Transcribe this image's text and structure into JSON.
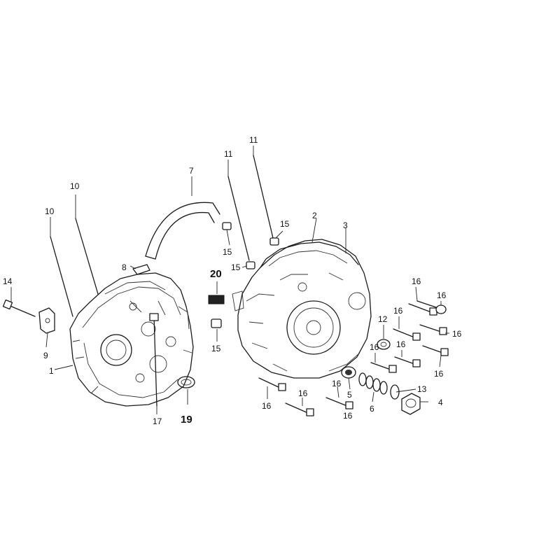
{
  "diagram": {
    "callouts": [
      {
        "key": "c1",
        "text": "1",
        "style": "normal"
      },
      {
        "key": "c2",
        "text": "2",
        "style": "normal"
      },
      {
        "key": "c3",
        "text": "3",
        "style": "normal"
      },
      {
        "key": "c4",
        "text": "4",
        "style": "normal"
      },
      {
        "key": "c5",
        "text": "5",
        "style": "normal"
      },
      {
        "key": "c6",
        "text": "6",
        "style": "normal"
      },
      {
        "key": "c7",
        "text": "7",
        "style": "normal"
      },
      {
        "key": "c8",
        "text": "8",
        "style": "normal"
      },
      {
        "key": "c9",
        "text": "9",
        "style": "normal"
      },
      {
        "key": "c10a",
        "text": "10",
        "style": "normal"
      },
      {
        "key": "c10b",
        "text": "10",
        "style": "normal"
      },
      {
        "key": "c11a",
        "text": "11",
        "style": "normal"
      },
      {
        "key": "c11b",
        "text": "11",
        "style": "normal"
      },
      {
        "key": "c12",
        "text": "12",
        "style": "normal"
      },
      {
        "key": "c13",
        "text": "13",
        "style": "normal"
      },
      {
        "key": "c14",
        "text": "14",
        "style": "normal"
      },
      {
        "key": "c15a",
        "text": "15",
        "style": "normal"
      },
      {
        "key": "c15b",
        "text": "15",
        "style": "normal"
      },
      {
        "key": "c15c",
        "text": "15",
        "style": "normal"
      },
      {
        "key": "c15d",
        "text": "15",
        "style": "normal"
      },
      {
        "key": "c16a",
        "text": "16",
        "style": "normal"
      },
      {
        "key": "c16b",
        "text": "16",
        "style": "normal"
      },
      {
        "key": "c16c",
        "text": "16",
        "style": "normal"
      },
      {
        "key": "c16d",
        "text": "16",
        "style": "normal"
      },
      {
        "key": "c16e",
        "text": "16",
        "style": "normal"
      },
      {
        "key": "c16f",
        "text": "16",
        "style": "normal"
      },
      {
        "key": "c16g",
        "text": "16",
        "style": "normal"
      },
      {
        "key": "c16h",
        "text": "16",
        "style": "normal"
      },
      {
        "key": "c16i",
        "text": "16",
        "style": "normal"
      },
      {
        "key": "c16j",
        "text": "16",
        "style": "normal"
      },
      {
        "key": "c16k",
        "text": "16",
        "style": "normal"
      },
      {
        "key": "c17",
        "text": "17",
        "style": "normal"
      },
      {
        "key": "c19",
        "text": "19",
        "style": "bold"
      },
      {
        "key": "c20",
        "text": "20",
        "style": "bold"
      }
    ],
    "colors": {
      "ink": "#1a1a1a",
      "paper": "#ffffff"
    }
  }
}
